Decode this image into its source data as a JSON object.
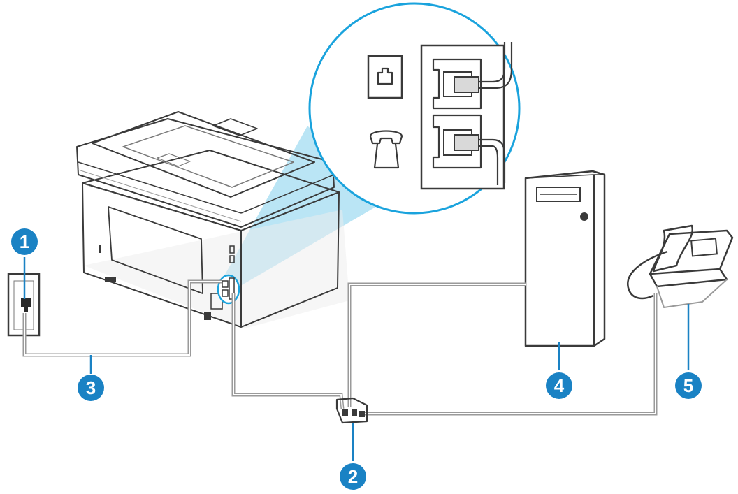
{
  "diagram": {
    "colors": {
      "callout": "#1a82c4",
      "callout_text": "#ffffff",
      "outline": "#3a3a3a",
      "cable": "#9a9a9a",
      "zoom_fill": "#aee0f3",
      "zoom_ring": "#1aa3dd",
      "body_fill": "#ffffff",
      "shade_fill": "#f2f2f2"
    },
    "callouts": [
      {
        "id": "wall-jack",
        "label": "1"
      },
      {
        "id": "splitter",
        "label": "2"
      },
      {
        "id": "phone-cord",
        "label": "3"
      },
      {
        "id": "computer",
        "label": "4"
      },
      {
        "id": "telephone",
        "label": "5"
      }
    ],
    "zoom_icons": {
      "top_port": "line-port-icon",
      "bottom_port": "phone-handset-icon"
    }
  }
}
